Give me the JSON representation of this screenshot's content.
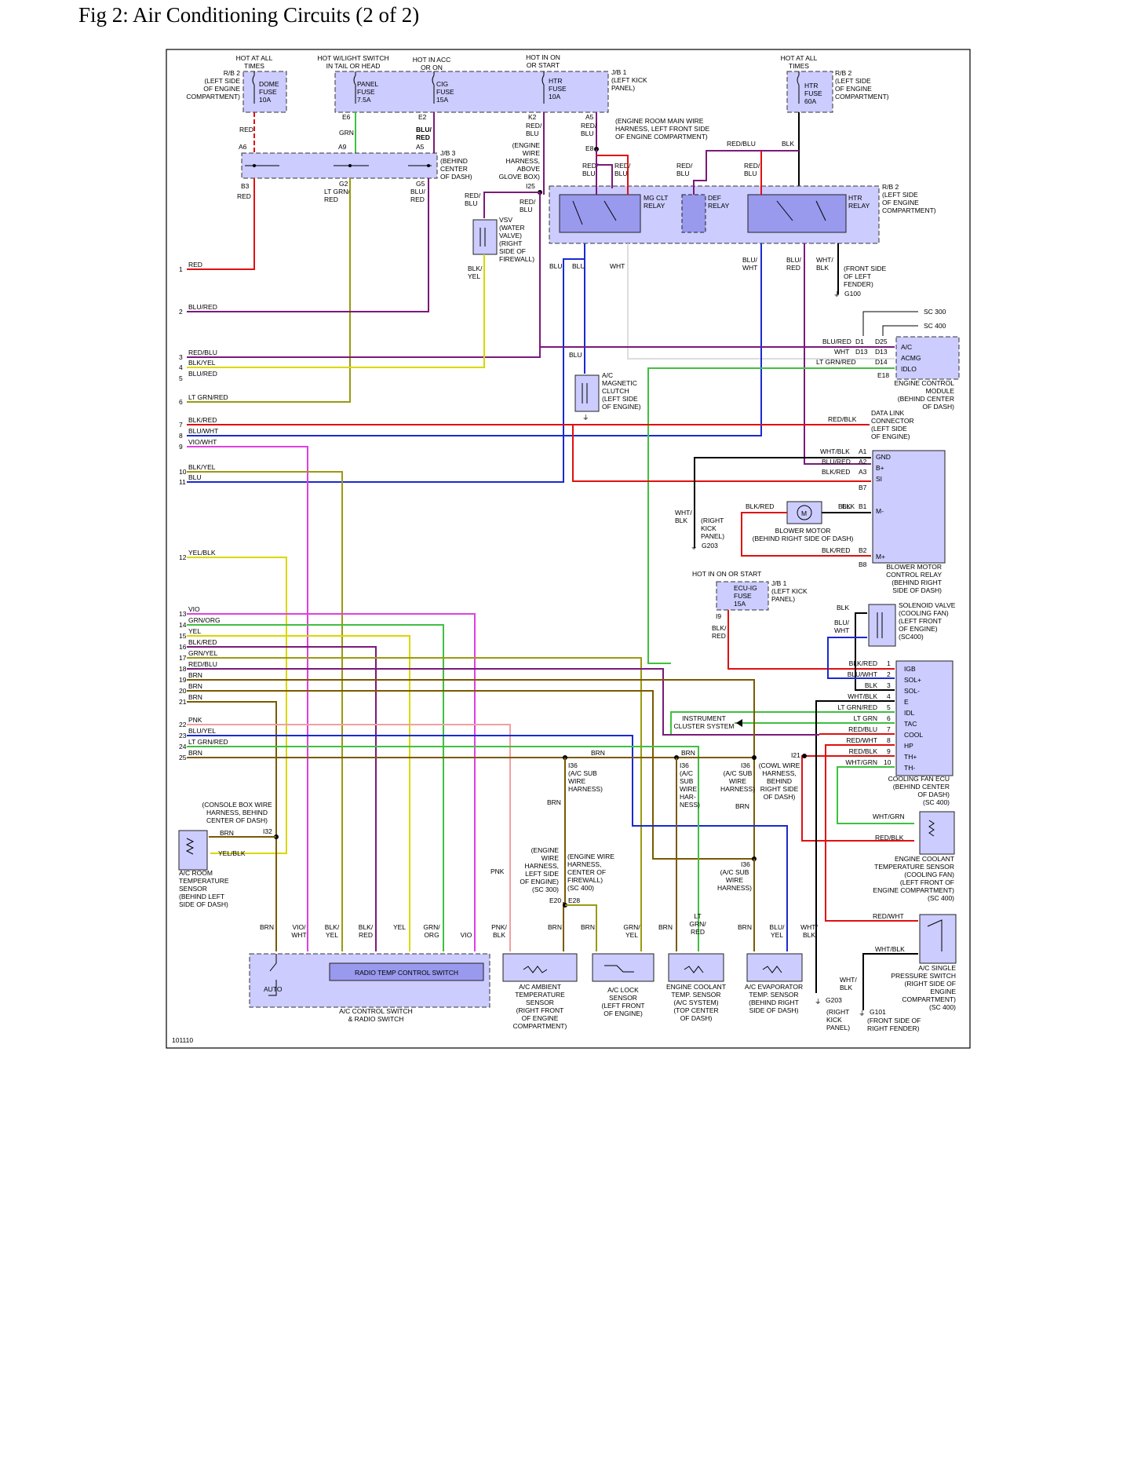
{
  "title": "Fig 2: Air Conditioning Circuits (2 of 2)",
  "figure_id": "101110",
  "colors": {
    "red": "#e01010",
    "purple": "#7a1a7a",
    "yellow": "#d8d800",
    "olive": "#9a9a10",
    "green": "#40c040",
    "blue": "#1a2ad0",
    "violet": "#e040e0",
    "brown": "#7a5a00",
    "black": "#000000",
    "lightgray": "#bbbbbb",
    "pink": "#f0a0a0",
    "box_fill": "#ccccff"
  },
  "power": {
    "hot_all_times": "HOT AT ALL\nTIMES",
    "hot_tail_head": "HOT W/LIGHT SWITCH\nIN TAIL OR HEAD",
    "hot_acc": "HOT IN ACC\nOR ON",
    "hot_on_start": "HOT IN ON\nOR START",
    "hot_all_times_2": "HOT AT ALL\nTIMES",
    "hot_on_start_2": "HOT IN ON OR START"
  },
  "fuses": {
    "dome": "DOME\nFUSE\n10A",
    "panel": "PANEL\nFUSE\n7.5A",
    "cig": "CIG\nFUSE\n15A",
    "htr": "HTR\nFUSE\n10A",
    "htr60": "HTR\nFUSE\n60A",
    "ecuig": "ECU-IG\nFUSE\n15A"
  },
  "locations": {
    "rb2_left": "R/B 2\n(LEFT SIDE\nOF ENGINE\nCOMPARTMENT)",
    "jb1": "J/B 1\n(LEFT KICK\nPANEL)",
    "rb2_right": "R/B 2\n(LEFT SIDE\nOF ENGINE\nCOMPARTMENT)",
    "jb3": "J/B 3\n(BEHIND\nCENTER\nOF DASH)",
    "rb2_relays": "R/B 2\n(LEFT SIDE\nOF ENGINE\nCOMPARTMENT)",
    "engine_room_harness": "(ENGINE ROOM MAIN WIRE\nHARNESS, LEFT FRONT SIDE\nOF ENGINE COMPARTMENT)",
    "engine_wire_glove": "(ENGINE\nWIRE\nHARNESS,\nABOVE\nGLOVE BOX)",
    "front_side_fender": "(FRONT SIDE\nOF LEFT\nFENDER)",
    "jb1_ecu": "J/B 1\n(LEFT KICK\nPANEL)",
    "right_kick": "(RIGHT\nKICK\nPANEL)",
    "cowl_harness": "(COWL WIRE\nHARNESS,\nBEHIND\nRIGHT SIDE\nOF DASH)",
    "ac_sub_1": "(A/C SUB\nWIRE\nHARNESS)",
    "ac_sub_2": "(A/C\nSUB\nWIRE\nHAR-\nNESS)",
    "ac_sub_3": "(A/C SUB\nWIRE\nHARNESS)",
    "ac_sub_4": "(A/C SUB\nWIRE\nHARNESS)",
    "console_box": "(CONSOLE BOX WIRE\nHARNESS, BEHIND\nCENTER OF DASH)",
    "engine_wire_left": "(ENGINE\nWIRE\nHARNESS,\nLEFT SIDE\nOF ENGINE)\n(SC 300)",
    "engine_wire_center": "(ENGINE WIRE\nHARNESS,\nCENTER OF\nFIREWALL)\n(SC 400)",
    "g203_right_kick": "(RIGHT\nKICK\nPANEL)",
    "g101_loc": "(FRONT SIDE OF\nRIGHT FENDER)"
  },
  "relays": {
    "mg_clt": "MG CLT\nRELAY",
    "def": "DEF\nRELAY",
    "htr": "HTR\nRELAY"
  },
  "components": {
    "vsv": "VSV\n(WATER\nVALVE)\n(RIGHT\nSIDE OF\nFIREWALL)",
    "ac_clutch": "A/C\nMAGNETIC\nCLUTCH\n(LEFT SIDE\nOF ENGINE)",
    "ecm": "ENGINE CONTROL\nMODULE\n(BEHIND CENTER\nOF DASH)",
    "data_link": "DATA LINK\nCONNECTOR\n(LEFT SIDE\nOF ENGINE)",
    "blower_motor": "BLOWER MOTOR\n(BEHIND RIGHT SIDE OF DASH)",
    "blower_relay": "BLOWER MOTOR\nCONTROL RELAY\n(BEHIND RIGHT\nSIDE OF DASH)",
    "solenoid": "SOLENOID VALVE\n(COOLING FAN)\n(LEFT FRONT\nOF ENGINE)\n(SC400)",
    "fan_ecu": "COOLING FAN ECU\n(BEHIND CENTER\nOF DASH)\n(SC 400)",
    "coolant_fan": "ENGINE COOLANT\nTEMPERATURE SENSOR\n(COOLING FAN)\n(LEFT FRONT OF\nENGINE COMPARTMENT)\n(SC 400)",
    "pressure_switch": "A/C SINGLE\nPRESSURE SWITCH\n(RIGHT SIDE OF\nENGINE\nCOMPARTMENT)\n(SC 400)",
    "instrument": "INSTRUMENT\nCLUSTER SYSTEM",
    "room_sensor": "A/C ROOM\nTEMPERATURE\nSENSOR\n(BEHIND LEFT\nSIDE OF DASH)",
    "control_switch": "A/C CONTROL SWITCH\n& RADIO SWITCH",
    "radio_temp": "RADIO TEMP CONTROL SWITCH",
    "auto": "AUTO",
    "ambient": "A/C AMBIENT\nTEMPERATURE\nSENSOR\n(RIGHT FRONT\nOF ENGINE\nCOMPARTMENT)",
    "lock_sensor": "A/C LOCK\nSENSOR\n(LEFT FRONT\nOF ENGINE)",
    "coolant_ac": "ENGINE COOLANT\nTEMP. SENSOR\n(A/C SYSTEM)\n(TOP CENTER\nOF DASH)",
    "evap": "A/C EVAPORATOR\nTEMP. SENSOR\n(BEHIND RIGHT\nSIDE OF DASH)"
  },
  "sc_labels": {
    "sc300": "SC 300",
    "sc400": "SC 400"
  },
  "grounds": {
    "g100": "G100",
    "g203a": "G203",
    "g203b": "G203",
    "g101": "G101"
  },
  "ecm_pins": [
    {
      "wire": "BLU/RED",
      "pin": "D1",
      "term": "D25",
      "name": "A/C"
    },
    {
      "wire": "WHT",
      "pin": "D13",
      "term": "D13",
      "name": "ACMG"
    },
    {
      "wire": "LT GRN/RED",
      "pin": "D14",
      "term": "D14",
      "name": "IDLO"
    },
    {
      "wire": "",
      "pin": "E18",
      "term": "",
      "name": ""
    }
  ],
  "blower_relay_pins": [
    {
      "wire": "WHT/BLK",
      "pin": "A1",
      "name": "GND"
    },
    {
      "wire": "BLU/RED",
      "pin": "A2",
      "name": "B+"
    },
    {
      "wire": "BLK/RED",
      "pin": "A3",
      "name": "SI"
    },
    {
      "wire": "",
      "pin": "B7",
      "name": ""
    },
    {
      "wire": "BLK",
      "pin": "B1",
      "name": "M-"
    },
    {
      "wire": "BLK/RED",
      "pin": "B2",
      "name": "M+"
    },
    {
      "wire": "",
      "pin": "B8",
      "name": ""
    }
  ],
  "fan_ecu_pins": [
    {
      "wire": "BLK/RED",
      "pin": "1",
      "name": "IGB"
    },
    {
      "wire": "BLU/WHT",
      "pin": "2",
      "name": "SOL+"
    },
    {
      "wire": "BLK",
      "pin": "3",
      "name": "SOL-"
    },
    {
      "wire": "WHT/BLK",
      "pin": "4",
      "name": "E"
    },
    {
      "wire": "LT GRN/RED",
      "pin": "5",
      "name": "IDL"
    },
    {
      "wire": "LT GRN",
      "pin": "6",
      "name": "TAC"
    },
    {
      "wire": "RED/BLU",
      "pin": "7",
      "name": "COOL"
    },
    {
      "wire": "RED/WHT",
      "pin": "8",
      "name": "HP"
    },
    {
      "wire": "RED/BLK",
      "pin": "9",
      "name": "TH+"
    },
    {
      "wire": "WHT/GRN",
      "pin": "10",
      "name": "TH-"
    }
  ],
  "left_rows": [
    {
      "n": "1",
      "label": "RED"
    },
    {
      "n": "2",
      "label": "BLU/RED"
    },
    {
      "n": "3",
      "label": "RED/BLU"
    },
    {
      "n": "4",
      "label": "BLK/YEL"
    },
    {
      "n": "5",
      "label": "BLU/RED"
    },
    {
      "n": "6",
      "label": "LT GRN/RED"
    },
    {
      "n": "7",
      "label": "BLK/RED"
    },
    {
      "n": "8",
      "label": "BLU/WHT"
    },
    {
      "n": "9",
      "label": "VIO/WHT"
    },
    {
      "n": "10",
      "label": "BLK/YEL"
    },
    {
      "n": "11",
      "label": "BLU"
    },
    {
      "n": "12",
      "label": "YEL/BLK"
    },
    {
      "n": "13",
      "label": "VIO"
    },
    {
      "n": "14",
      "label": "GRN/ORG"
    },
    {
      "n": "15",
      "label": "YEL"
    },
    {
      "n": "16",
      "label": "BLK/RED"
    },
    {
      "n": "17",
      "label": "GRN/YEL"
    },
    {
      "n": "18",
      "label": "RED/BLU"
    },
    {
      "n": "19",
      "label": "BRN"
    },
    {
      "n": "20",
      "label": "BRN"
    },
    {
      "n": "21",
      "label": "BRN"
    },
    {
      "n": "22",
      "label": "PNK"
    },
    {
      "n": "23",
      "label": "BLU/YEL"
    },
    {
      "n": "24",
      "label": "LT GRN/RED"
    },
    {
      "n": "25",
      "label": "BRN"
    }
  ],
  "wire_labels": {
    "red1": "RED",
    "grn": "GRN",
    "blured": "BLU/\nRED",
    "redblu_k2": "RED/\nBLU",
    "redblu_a5": "RED/\nBLU",
    "red2": "RED",
    "ltgrnred": "LT GRN/\nRED",
    "blured2": "BLU/\nRED",
    "redblu_vsv1": "RED/\nBLU",
    "redblu_vsv2": "RED/\nBLU",
    "redblu_r1": "RED/\nBLU",
    "redblu_r2": "RED/\nBLU",
    "redblu_r3": "RED/\nBLU",
    "redblu_r4": "RED/\nBLU",
    "redblu_top": "RED/BLU",
    "blk_top": "BLK",
    "blkyel": "BLK/\nYEL",
    "blu1": "BLU",
    "blu2": "BLU",
    "wht": "WHT",
    "bluwht": "BLU/\nWHT",
    "blured3": "BLU/\nRED",
    "whtblk": "WHT/\nBLK",
    "blu3": "BLU",
    "redblk_dlc": "RED/BLK",
    "whtblk_gnd": "WHT/\nBLK",
    "blkred_bm": "BLK/RED",
    "blk_bm": "BLK",
    "blk_sol": "BLK",
    "bluwht_sol": "BLU/\nWHT",
    "blkred_ecu": "BLK/\nRED",
    "whtgrn": "WHT/GRN",
    "redblk_cs": "RED/BLK",
    "redwht_ps": "RED/WHT",
    "whtblk_ps": "WHT/BLK",
    "whtblk_g203": "WHT/\nBLK",
    "brn_room": "BRN",
    "yelblk_room": "YEL/BLK",
    "brn_a": "BRN",
    "brn_b": "BRN",
    "brn_c": "BRN",
    "brn_d": "BRN",
    "pnk": "PNK",
    "bot_brn1": "BRN",
    "bot_viowht": "VIO/\nWHT",
    "bot_blkyel": "BLK/\nYEL",
    "bot_blkred": "BLK/\nRED",
    "bot_yel": "YEL",
    "bot_grnorg": "GRN/\nORG",
    "bot_vio": "VIO",
    "bot_pnkblk": "PNK/\nBLK",
    "bot_brn2": "BRN",
    "bot_brn3": "BRN",
    "bot_grnyel": "GRN/\nYEL",
    "bot_brn4": "BRN",
    "bot_ltgrnred": "LT\nGRN/\nRED",
    "bot_brn5": "BRN",
    "bot_bluyel": "BLU/\nYEL",
    "bot_whtblk": "WHT/\nBLK"
  },
  "connectors": {
    "e6": "E6",
    "e2": "E2",
    "k2": "K2",
    "a5": "A5",
    "e8": "E8",
    "a6": "A6",
    "a9": "A9",
    "a5b": "A5",
    "b3": "B3",
    "g2": "G2",
    "g5": "G5",
    "i25": "I25",
    "i9": "I9",
    "i21": "I21",
    "i36a": "I36",
    "i36b": "I36",
    "i36c": "I36",
    "i36d": "I36",
    "i32": "I32",
    "e20": "E20",
    "e28": "E28"
  }
}
